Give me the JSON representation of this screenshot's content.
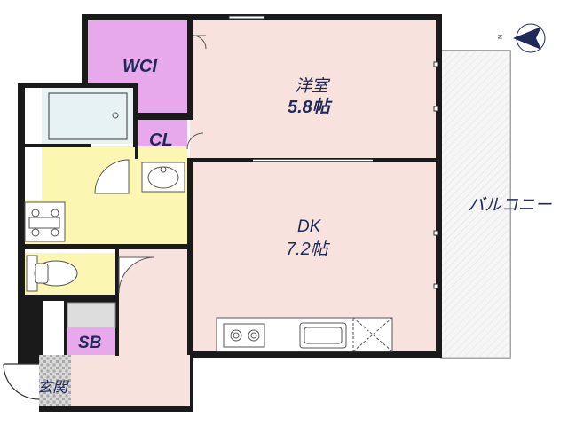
{
  "rooms": {
    "wci": {
      "label": "WCI"
    },
    "cl": {
      "label": "CL"
    },
    "western_room": {
      "name": "洋室",
      "size": "5.8帖"
    },
    "dk": {
      "name": "DK",
      "size": "7.2帖"
    },
    "sb": {
      "label": "SB"
    },
    "entrance": {
      "label": "玄関"
    },
    "balcony": {
      "label": "バルコニー"
    }
  },
  "compass": {
    "label": "N"
  },
  "colors": {
    "wall": "#1a1a1a",
    "closet": "#e8a8ec",
    "room": "#f7e2de",
    "wet_area": "#fbf7b3",
    "bath": "#e6f2f3",
    "balcony": "#eeeeee",
    "text": "#1f2a5a"
  }
}
